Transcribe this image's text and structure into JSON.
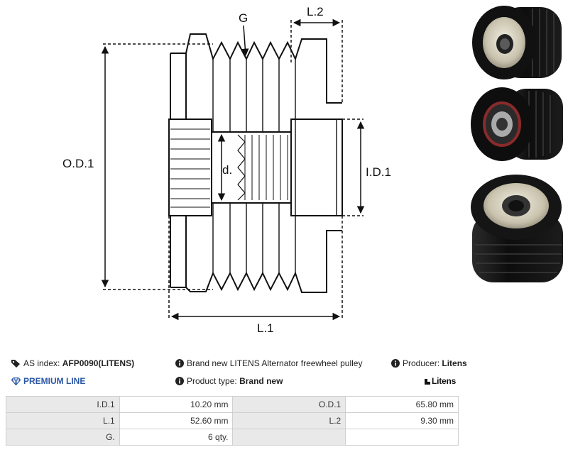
{
  "drawing": {
    "labels": {
      "g": "G",
      "l2": "L.2",
      "od1": "O.D.1",
      "d": "d.",
      "id1": "I.D.1",
      "l1": "L.1"
    }
  },
  "info": {
    "as_index_label": "AS index:",
    "as_index_value": "AFP0090(LITENS)",
    "description": "Brand new LITENS Alternator freewheel pulley",
    "producer_label": "Producer:",
    "producer_value": "Litens",
    "premium_line": "PREMIUM LINE",
    "product_type_label": "Product type:",
    "product_type_value": "Brand new",
    "brand_logo_text": "Litens"
  },
  "specs": {
    "rows": [
      [
        {
          "label": "I.D.1",
          "value": "10.20 mm"
        },
        {
          "label": "O.D.1",
          "value": "65.80 mm"
        }
      ],
      [
        {
          "label": "L.1",
          "value": "52.60 mm"
        },
        {
          "label": "L.2",
          "value": "9.30 mm"
        }
      ],
      [
        {
          "label": "G.",
          "value": "6 qty."
        },
        {
          "label": "",
          "value": ""
        }
      ]
    ]
  },
  "colors": {
    "premium": "#2a57a5",
    "table_label_bg": "#e9e9e9",
    "border": "#cfcfcf"
  },
  "icons": [
    "tag-icon",
    "info-icon",
    "diamond-icon",
    "litens-logo-icon"
  ]
}
